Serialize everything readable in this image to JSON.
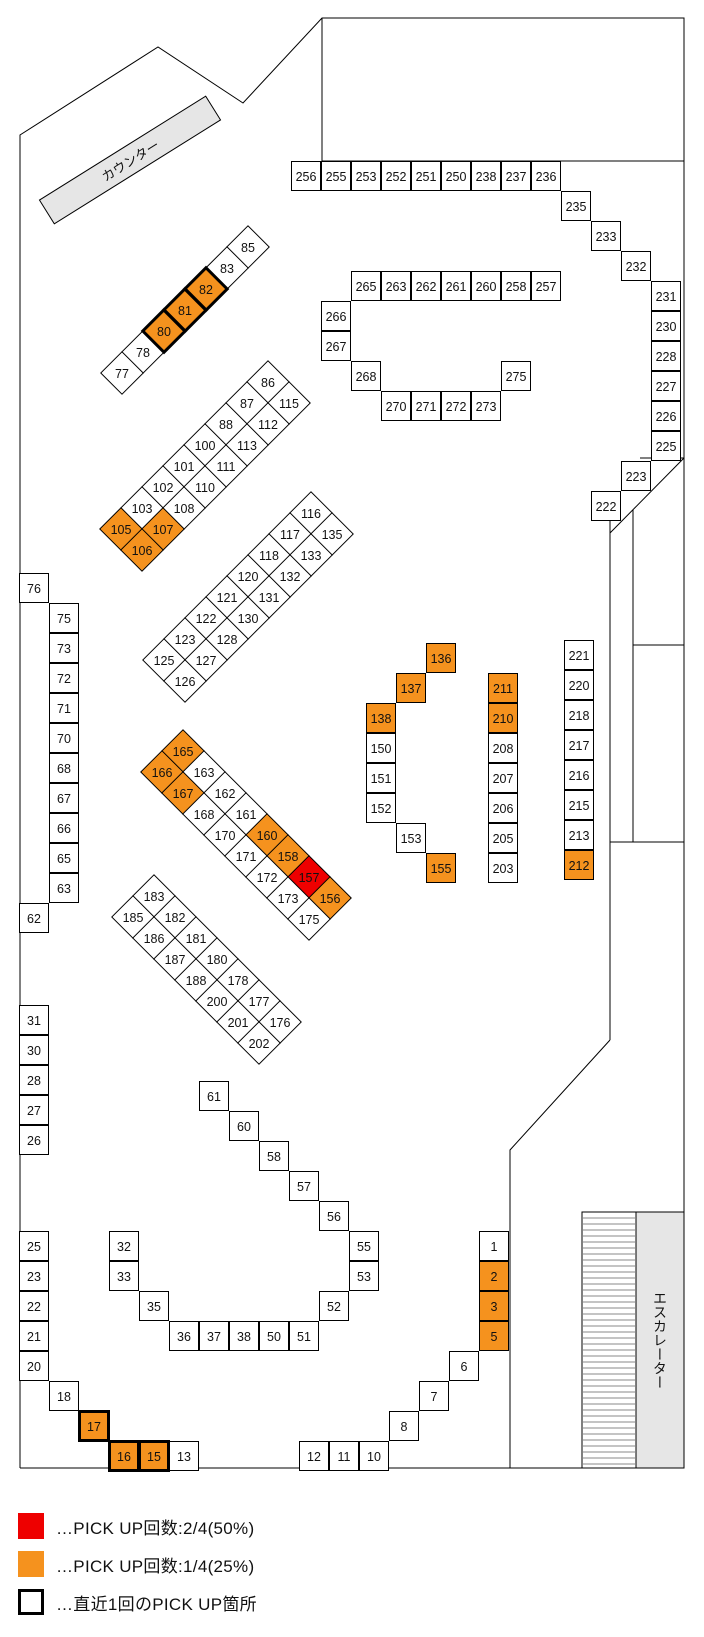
{
  "labels": {
    "counter": "カウンター",
    "escalator": "エスカレーター"
  },
  "colors": {
    "red": "#ee0000",
    "orange": "#f5921e",
    "white": "#ffffff",
    "escalator_fill": "#e6e6e6"
  },
  "legend": [
    {
      "swatch": "red",
      "text": "…PICK UP回数:2/4(50%)"
    },
    {
      "swatch": "orange",
      "text": "…PICK UP回数:1/4(25%)"
    },
    {
      "swatch": "outline",
      "text": "…直近1回のPICK UP箇所"
    }
  ],
  "stalls": [
    {
      "n": "256"
    },
    {
      "n": "255"
    },
    {
      "n": "253"
    },
    {
      "n": "252"
    },
    {
      "n": "251"
    },
    {
      "n": "250"
    },
    {
      "n": "238"
    },
    {
      "n": "237"
    },
    {
      "n": "236"
    },
    {
      "n": "235"
    },
    {
      "n": "233"
    },
    {
      "n": "232"
    },
    {
      "n": "231"
    },
    {
      "n": "230"
    },
    {
      "n": "228"
    },
    {
      "n": "227"
    },
    {
      "n": "226"
    },
    {
      "n": "225"
    },
    {
      "n": "223"
    },
    {
      "n": "222"
    },
    {
      "n": "265"
    },
    {
      "n": "263"
    },
    {
      "n": "262"
    },
    {
      "n": "261"
    },
    {
      "n": "260"
    },
    {
      "n": "258"
    },
    {
      "n": "257"
    },
    {
      "n": "266"
    },
    {
      "n": "267"
    },
    {
      "n": "268"
    },
    {
      "n": "270"
    },
    {
      "n": "271"
    },
    {
      "n": "272"
    },
    {
      "n": "273"
    },
    {
      "n": "275"
    },
    {
      "n": "76"
    },
    {
      "n": "75"
    },
    {
      "n": "73"
    },
    {
      "n": "72"
    },
    {
      "n": "71"
    },
    {
      "n": "70"
    },
    {
      "n": "68"
    },
    {
      "n": "67"
    },
    {
      "n": "66"
    },
    {
      "n": "65"
    },
    {
      "n": "63"
    },
    {
      "n": "62"
    },
    {
      "n": "31"
    },
    {
      "n": "30"
    },
    {
      "n": "28"
    },
    {
      "n": "27"
    },
    {
      "n": "26"
    },
    {
      "n": "25"
    },
    {
      "n": "23"
    },
    {
      "n": "22"
    },
    {
      "n": "21"
    },
    {
      "n": "20"
    },
    {
      "n": "18"
    },
    {
      "n": "17",
      "c": "orange",
      "o": true
    },
    {
      "n": "16",
      "c": "orange",
      "o": true
    },
    {
      "n": "15",
      "c": "orange",
      "o": true
    },
    {
      "n": "13"
    },
    {
      "n": "12"
    },
    {
      "n": "11"
    },
    {
      "n": "10"
    },
    {
      "n": "8"
    },
    {
      "n": "7"
    },
    {
      "n": "6"
    },
    {
      "n": "5",
      "c": "orange"
    },
    {
      "n": "3",
      "c": "orange"
    },
    {
      "n": "2",
      "c": "orange"
    },
    {
      "n": "1"
    },
    {
      "n": "32"
    },
    {
      "n": "33"
    },
    {
      "n": "35"
    },
    {
      "n": "36"
    },
    {
      "n": "37"
    },
    {
      "n": "38"
    },
    {
      "n": "50"
    },
    {
      "n": "51"
    },
    {
      "n": "52"
    },
    {
      "n": "53"
    },
    {
      "n": "55"
    },
    {
      "n": "56"
    },
    {
      "n": "57"
    },
    {
      "n": "58"
    },
    {
      "n": "60"
    },
    {
      "n": "61"
    },
    {
      "n": "138",
      "c": "orange"
    },
    {
      "n": "137",
      "c": "orange"
    },
    {
      "n": "136",
      "c": "orange"
    },
    {
      "n": "150"
    },
    {
      "n": "151"
    },
    {
      "n": "152"
    },
    {
      "n": "153"
    },
    {
      "n": "155",
      "c": "orange"
    },
    {
      "n": "211",
      "c": "orange"
    },
    {
      "n": "210",
      "c": "orange"
    },
    {
      "n": "208"
    },
    {
      "n": "207"
    },
    {
      "n": "206"
    },
    {
      "n": "205"
    },
    {
      "n": "203"
    },
    {
      "n": "221"
    },
    {
      "n": "220"
    },
    {
      "n": "218"
    },
    {
      "n": "217"
    },
    {
      "n": "216"
    },
    {
      "n": "215"
    },
    {
      "n": "213"
    },
    {
      "n": "212",
      "c": "orange"
    },
    {
      "n": "85"
    },
    {
      "n": "83"
    },
    {
      "n": "82",
      "c": "orange",
      "o": true
    },
    {
      "n": "81",
      "c": "orange",
      "o": true
    },
    {
      "n": "80",
      "c": "orange",
      "o": true
    },
    {
      "n": "78"
    },
    {
      "n": "77"
    },
    {
      "n": "86"
    },
    {
      "n": "87"
    },
    {
      "n": "88"
    },
    {
      "n": "100"
    },
    {
      "n": "101"
    },
    {
      "n": "102"
    },
    {
      "n": "103"
    },
    {
      "n": "105",
      "c": "orange"
    },
    {
      "n": "115"
    },
    {
      "n": "112"
    },
    {
      "n": "113"
    },
    {
      "n": "111"
    },
    {
      "n": "110"
    },
    {
      "n": "108"
    },
    {
      "n": "107",
      "c": "orange"
    },
    {
      "n": "106",
      "c": "orange"
    },
    {
      "n": "116"
    },
    {
      "n": "117"
    },
    {
      "n": "118"
    },
    {
      "n": "120"
    },
    {
      "n": "121"
    },
    {
      "n": "122"
    },
    {
      "n": "123"
    },
    {
      "n": "125"
    },
    {
      "n": "135"
    },
    {
      "n": "133"
    },
    {
      "n": "132"
    },
    {
      "n": "131"
    },
    {
      "n": "130"
    },
    {
      "n": "128"
    },
    {
      "n": "127"
    },
    {
      "n": "126"
    },
    {
      "n": "165",
      "c": "orange"
    },
    {
      "n": "166",
      "c": "orange"
    },
    {
      "n": "163"
    },
    {
      "n": "167",
      "c": "orange"
    },
    {
      "n": "162"
    },
    {
      "n": "168"
    },
    {
      "n": "161"
    },
    {
      "n": "170"
    },
    {
      "n": "160",
      "c": "orange"
    },
    {
      "n": "171"
    },
    {
      "n": "158",
      "c": "orange"
    },
    {
      "n": "172"
    },
    {
      "n": "157",
      "c": "red"
    },
    {
      "n": "173"
    },
    {
      "n": "156",
      "c": "orange"
    },
    {
      "n": "175"
    },
    {
      "n": "183"
    },
    {
      "n": "185"
    },
    {
      "n": "182"
    },
    {
      "n": "186"
    },
    {
      "n": "181"
    },
    {
      "n": "187"
    },
    {
      "n": "180"
    },
    {
      "n": "188"
    },
    {
      "n": "178"
    },
    {
      "n": "200"
    },
    {
      "n": "177"
    },
    {
      "n": "201"
    },
    {
      "n": "176"
    },
    {
      "n": "202"
    }
  ]
}
